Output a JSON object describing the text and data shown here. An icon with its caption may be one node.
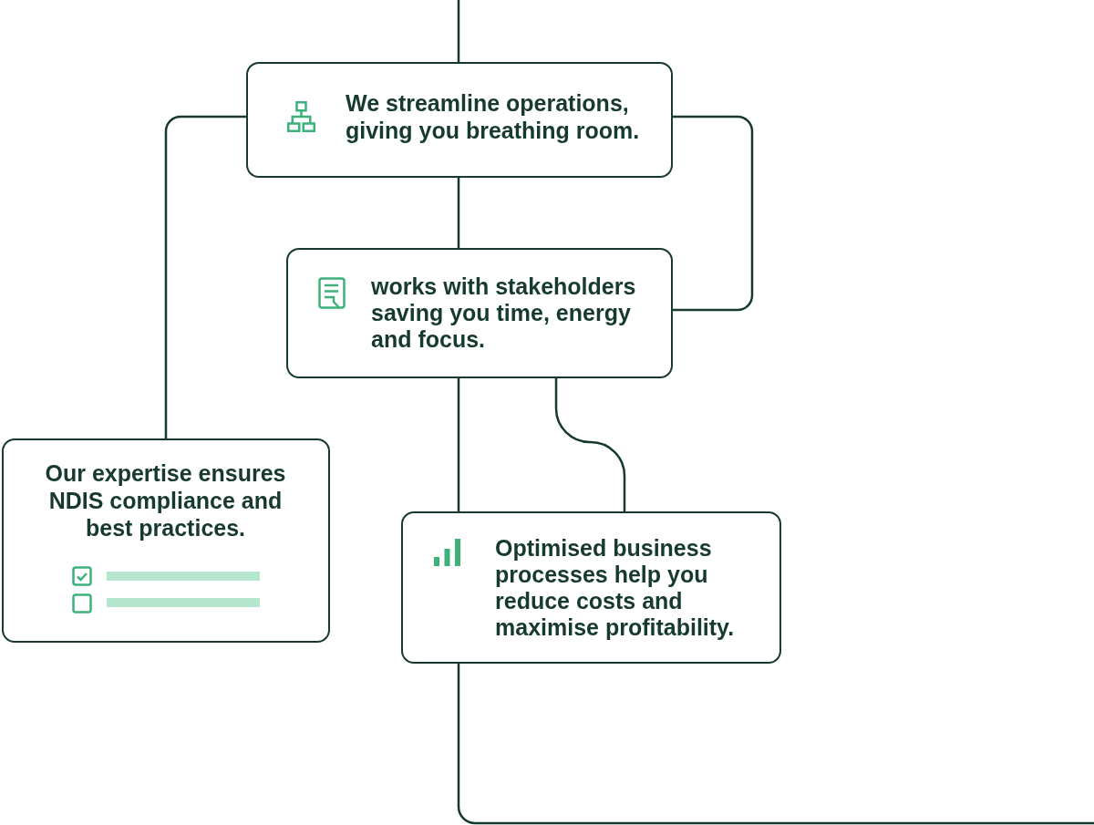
{
  "diagram": {
    "nodes": [
      {
        "text": [
          "We streamline operations, giving you breathing room."
        ]
      },
      {
        "text": [
          "works with stakeholders saving you time, energy and focus."
        ]
      },
      {
        "text": [
          "Our expertise ensures NDIS compliance and best practices."
        ]
      },
      {
        "text": [
          "Optimised business processes help you reduce costs and maximise profitability."
        ]
      }
    ],
    "edges": [
      {
        "from": null,
        "to": 0,
        "arrow": "none"
      },
      {
        "from": 0,
        "to": 1,
        "arrow": "none"
      },
      {
        "from": 0,
        "to": 2,
        "arrow": "none"
      },
      {
        "from": 0,
        "to": 1,
        "arrow": "none"
      },
      {
        "from": 1,
        "to": 3,
        "arrow": "none"
      },
      {
        "from": 1,
        "to": 3,
        "arrow": "none"
      },
      {
        "from": 3,
        "to": null,
        "arrow": "none"
      }
    ]
  }
}
